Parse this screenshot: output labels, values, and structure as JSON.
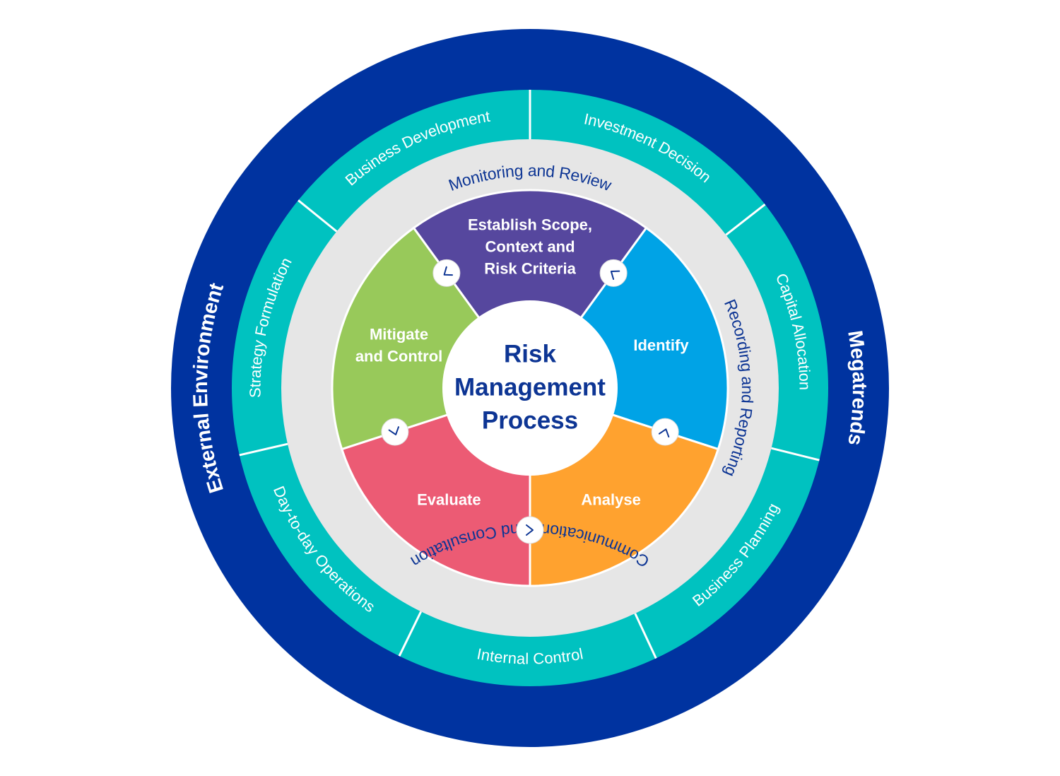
{
  "outer_ring": {
    "left_label": "External Environment",
    "right_label": "Megatrends"
  },
  "activity_ring": [
    {
      "label": "Business Development"
    },
    {
      "label": "Investment Decision"
    },
    {
      "label": "Capital Allocation"
    },
    {
      "label": "Business Planning"
    },
    {
      "label": "Internal Control"
    },
    {
      "label": "Day-to-day Operations"
    },
    {
      "label": "Strategy Formulation"
    }
  ],
  "process_ring": {
    "top_label": "Monitoring and Review",
    "right_label": "Recording and Reporting",
    "bottom_label": "Communications and Consultation"
  },
  "steps": [
    {
      "lines": [
        "Establish Scope,",
        "Context and",
        "Risk Criteria"
      ],
      "color": "#56479e"
    },
    {
      "lines": [
        "Identify"
      ],
      "color": "#00a3e6"
    },
    {
      "lines": [
        "Analyse"
      ],
      "color": "#ffa22f"
    },
    {
      "lines": [
        "Evaluate"
      ],
      "color": "#ec5b74"
    },
    {
      "lines": [
        "Mitigate",
        "and Control"
      ],
      "color": "#98c95a"
    }
  ],
  "center": {
    "lines": [
      "Risk",
      "Management",
      "Process"
    ]
  },
  "colors": {
    "outer_ring": "#0033a0",
    "activity_ring": "#00c2c0",
    "process_ring": "#e6e6e6",
    "dark_text": "#0d3594",
    "light_text": "#ffffff"
  },
  "arrow_icon": "chevron-arrow-icon"
}
